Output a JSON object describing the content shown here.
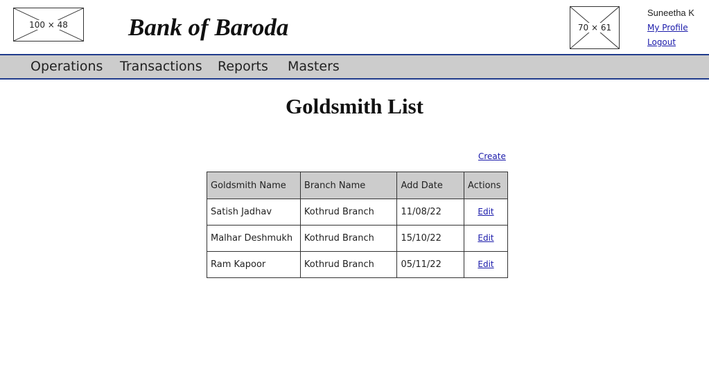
{
  "header": {
    "logo_left_label": "100 × 48",
    "bank_title": "Bank of Baroda",
    "logo_right_label": "70 × 61",
    "user_name": "Suneetha K",
    "my_profile": "My Profile",
    "logout": "Logout"
  },
  "nav": {
    "items": [
      "Operations",
      "Transactions",
      "Reports",
      "Masters"
    ]
  },
  "main": {
    "page_title": "Goldsmith List",
    "create_label": "Create",
    "table": {
      "columns": [
        "Goldsmith Name",
        "Branch Name",
        "Add Date",
        "Actions"
      ],
      "rows": [
        {
          "name": "Satish Jadhav",
          "branch": "Kothrud Branch",
          "date": "11/08/22",
          "action": "Edit"
        },
        {
          "name": "Malhar Deshmukh",
          "branch": "Kothrud Branch",
          "date": "15/10/22",
          "action": "Edit"
        },
        {
          "name": "Ram Kapoor",
          "branch": "Kothrud Branch",
          "date": "05/11/22",
          "action": "Edit"
        }
      ]
    }
  },
  "colors": {
    "nav_background": "#cccccc",
    "nav_border": "#1f3b8c",
    "link": "#1a1aaa"
  }
}
